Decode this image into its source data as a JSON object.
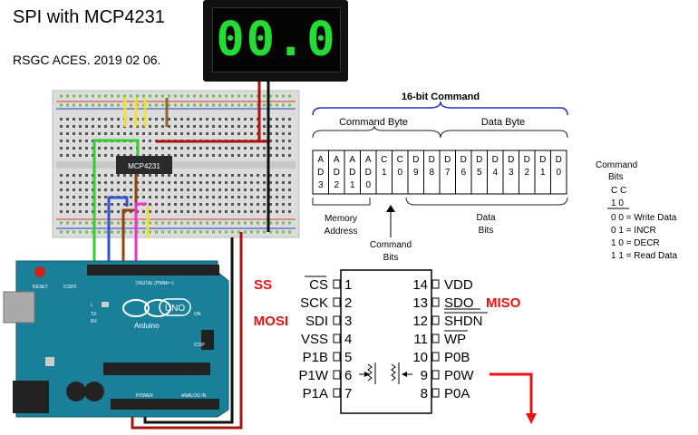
{
  "header": {
    "title": "SPI with MCP4231",
    "subtitle": "RSGC ACES. 2019 02 06."
  },
  "display": {
    "value": "00.0",
    "color": "#22dd33"
  },
  "breadboard": {
    "chip_label": "MCP4231"
  },
  "arduino": {
    "brand": "Arduino",
    "model": "UNO",
    "labels": {
      "reset": "RESET",
      "icsp2": "ICSP2",
      "icsp": "ICSP",
      "digital": "DIGITAL (PWM=~)",
      "power": "POWER",
      "analog": "ANALOG IN",
      "tx": "TX",
      "rx": "RX",
      "l": "L",
      "on": "ON"
    }
  },
  "command": {
    "title": "16-bit Command",
    "command_byte": "Command Byte",
    "data_byte": "Data Byte",
    "cells": [
      [
        "A",
        "D",
        "3"
      ],
      [
        "A",
        "D",
        "2"
      ],
      [
        "A",
        "D",
        "1"
      ],
      [
        "A",
        "D",
        "0"
      ],
      [
        "C",
        "1",
        ""
      ],
      [
        "C",
        "0",
        ""
      ],
      [
        "D",
        "9",
        ""
      ],
      [
        "D",
        "8",
        ""
      ],
      [
        "D",
        "7",
        ""
      ],
      [
        "D",
        "6",
        ""
      ],
      [
        "D",
        "5",
        ""
      ],
      [
        "D",
        "4",
        ""
      ],
      [
        "D",
        "3",
        ""
      ],
      [
        "D",
        "2",
        ""
      ],
      [
        "D",
        "1",
        ""
      ],
      [
        "D",
        "0",
        ""
      ]
    ],
    "memory_address": [
      "Memory",
      "Address"
    ],
    "command_bits": [
      "Command",
      "Bits"
    ],
    "data_bits": [
      "Data",
      "Bits"
    ]
  },
  "legend": {
    "title": [
      "Command",
      "Bits"
    ],
    "header": "C C",
    "header2": "1 0",
    "rows": [
      "0  0 = Write Data",
      "0  1 = INCR",
      "1  0 = DECR",
      "1  1 = Read Data"
    ]
  },
  "pinout": {
    "left": [
      {
        "num": "1",
        "name": "CS",
        "tag": "SS"
      },
      {
        "num": "2",
        "name": "SCK",
        "tag": ""
      },
      {
        "num": "3",
        "name": "SDI",
        "tag": "MOSI"
      },
      {
        "num": "4",
        "name": "VSS",
        "tag": ""
      },
      {
        "num": "5",
        "name": "P1B",
        "tag": ""
      },
      {
        "num": "6",
        "name": "P1W",
        "tag": ""
      },
      {
        "num": "7",
        "name": "P1A",
        "tag": ""
      }
    ],
    "right": [
      {
        "num": "14",
        "name": "VDD",
        "tag": ""
      },
      {
        "num": "13",
        "name": "SDO",
        "tag": "MISO"
      },
      {
        "num": "12",
        "name": "SHDN",
        "tag": ""
      },
      {
        "num": "11",
        "name": "WP",
        "tag": ""
      },
      {
        "num": "10",
        "name": "P0B",
        "tag": ""
      },
      {
        "num": "9",
        "name": "P0W",
        "tag": ""
      },
      {
        "num": "8",
        "name": "P0A",
        "tag": ""
      }
    ],
    "tag_color": "#ee1111"
  }
}
